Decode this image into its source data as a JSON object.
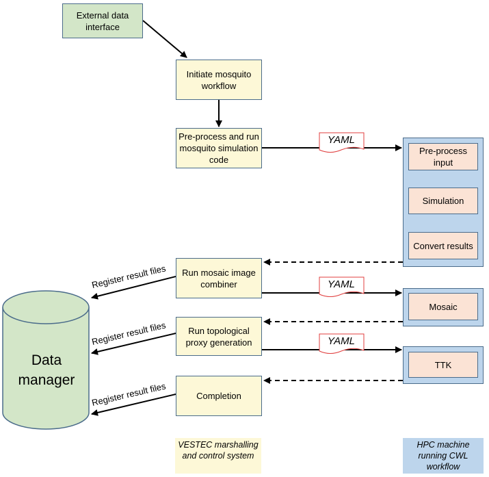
{
  "boxes": {
    "external_data_interface": "External data interface",
    "initiate_workflow": "Initiate mosquito workflow",
    "preprocess_run": "Pre-process and run mosquito simulation code",
    "run_mosaic": "Run mosaic image combiner",
    "run_topological": "Run topological proxy generation",
    "completion": "Completion"
  },
  "hpc_steps": {
    "preprocess_input": "Pre-process input",
    "simulation": "Simulation",
    "convert_results": "Convert results",
    "mosaic": "Mosaic",
    "ttk": "TTK"
  },
  "yaml_label": "YAML",
  "register_label": "Register result files",
  "data_manager": "Data manager",
  "captions": {
    "vestec": "VESTEC marshalling and control system",
    "hpc": "HPC machine running CWL workflow"
  },
  "colors": {
    "green_fill": "#d3e6c8",
    "yellow_fill": "#fdf8d7",
    "blue_fill": "#bdd5ec",
    "pink_fill": "#fbe3d5",
    "yaml_border": "#e03c3c"
  }
}
